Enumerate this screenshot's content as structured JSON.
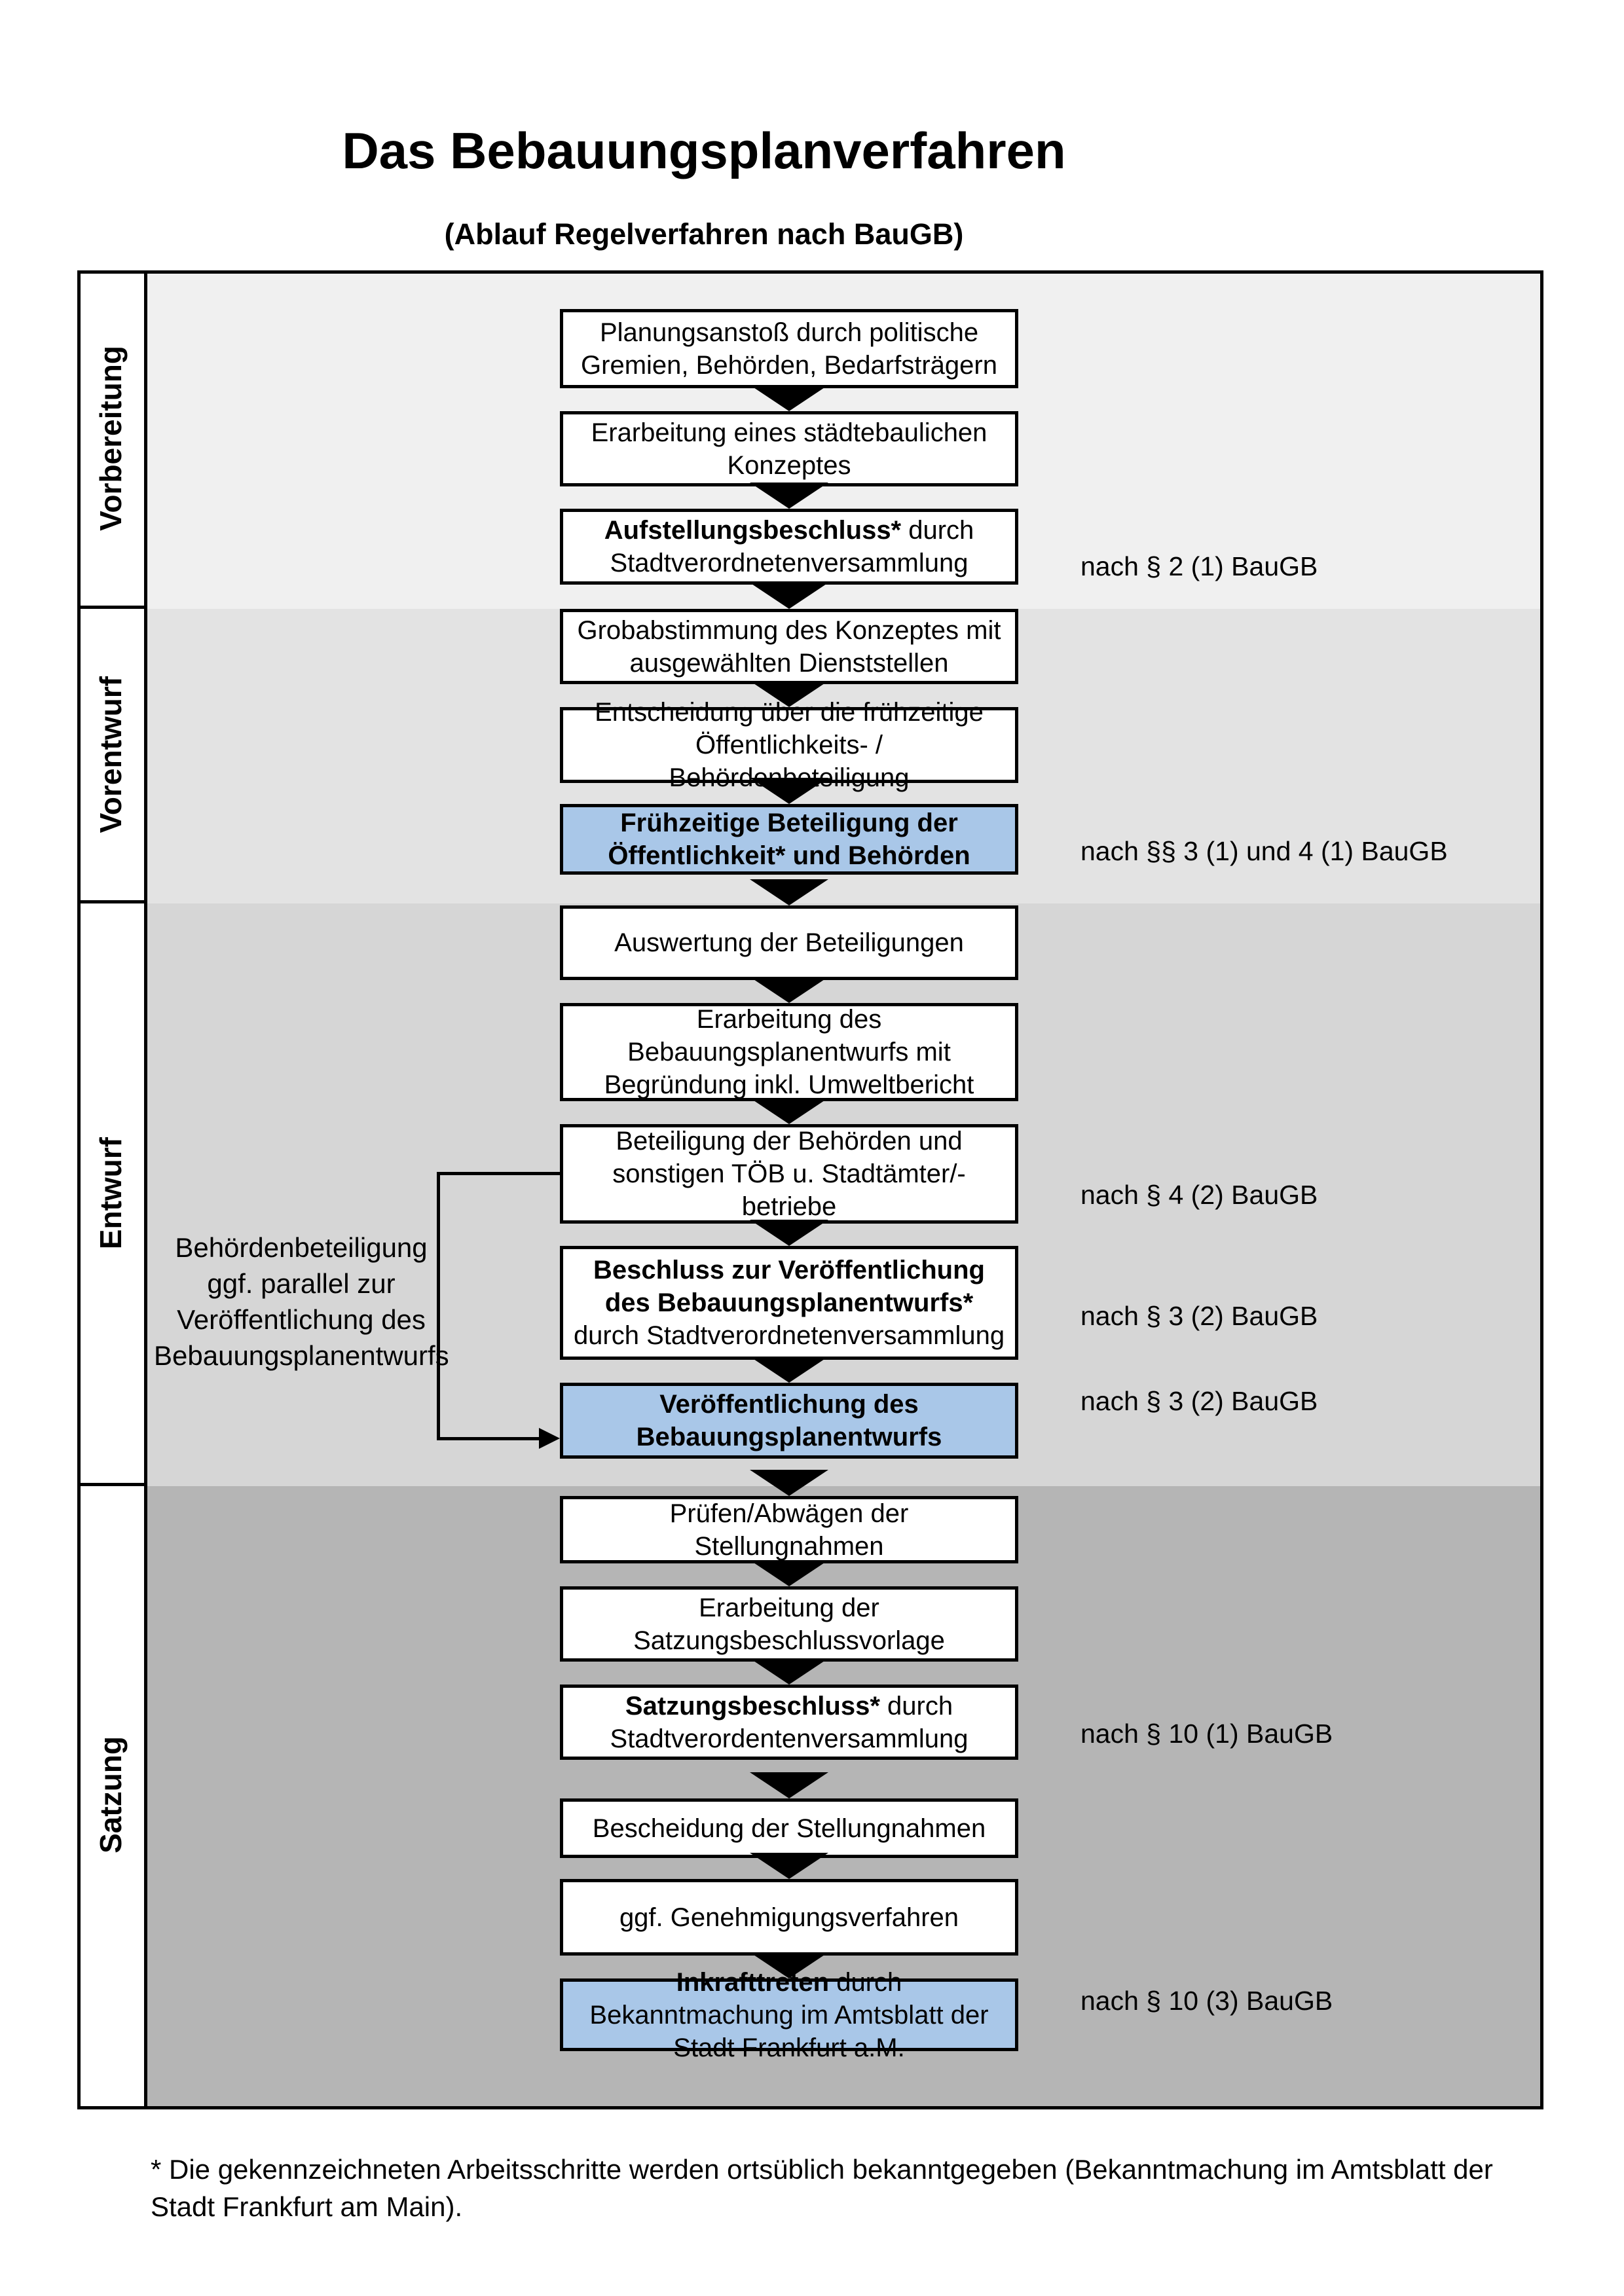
{
  "title": {
    "main": "Das Bebauungsplanverfahren",
    "subtitle": "(Ablauf Regelverfahren nach BauGB)"
  },
  "phases": [
    {
      "label": "Vorbereitung"
    },
    {
      "label": "Vorentwurf"
    },
    {
      "label": "Entwurf"
    },
    {
      "label": "Satzung"
    }
  ],
  "steps": [
    {
      "text": "Planungsanstoß durch politische Gremien, Behörden, Bedarfsträgern"
    },
    {
      "text": "Erarbeitung eines städtebaulichen Konzeptes"
    },
    {
      "bold": "Aufstellungsbeschluss*",
      "text": " durch Stadtverordnetenversammlung"
    },
    {
      "text": "Grobabstimmung des Konzeptes mit ausgewählten Dienststellen"
    },
    {
      "text": "Entscheidung über die frühzeitige Öffentlichkeits- / Behördenbeteiligung"
    },
    {
      "bold": "Frühzeitige Beteiligung der Öffentlichkeit* und Behörden",
      "highlighted": true
    },
    {
      "text": "Auswertung der Beteiligungen"
    },
    {
      "text": "Erarbeitung des Bebauungsplanentwurfs mit Begründung inkl. Umweltbericht"
    },
    {
      "text": "Beteiligung der Behörden und sonstigen TÖB u. Stadtämter/-betriebe"
    },
    {
      "bold": "Beschluss zur Veröffentlichung des Bebauungsplanentwurfs*",
      "text": " durch Stadtverordnetenversammlung"
    },
    {
      "bold": "Veröffentlichung des Bebauungsplanentwurfs",
      "highlighted": true
    },
    {
      "text": "Prüfen/Abwägen der Stellungnahmen"
    },
    {
      "text": "Erarbeitung der Satzungsbeschlussvorlage"
    },
    {
      "bold": "Satzungsbeschluss*",
      "text": " durch Stadtverordentenversammlung"
    },
    {
      "text": "Bescheidung der Stellungnahmen"
    },
    {
      "text": "ggf. Genehmigungsverfahren"
    },
    {
      "bold": "Inkrafttreten",
      "text": " durch Bekanntmachung im Amtsblatt der Stadt Frankfurt a.M.",
      "highlighted": true
    }
  ],
  "references": [
    "nach § 2 (1) BauGB",
    "nach §§ 3 (1) und 4 (1) BauGB",
    "nach § 4 (2) BauGB",
    "nach § 3 (2) BauGB",
    "nach § 3 (2) BauGB",
    "nach § 10 (1) BauGB",
    "nach § 10 (3) BauGB"
  ],
  "side_note": "Behördenbeteiligung ggf. parallel zur Veröffentlichung des Bebauungsplanentwurfs",
  "footnote": "* Die gekennzeichneten Arbeitsschritte werden ortsüblich bekanntgegeben (Bekanntmachung im Amtsblatt  der Stadt Frankfurt am Main).",
  "colors": {
    "highlight_blue": "#a9c7e8",
    "section_backgrounds": [
      "#f0f0f0",
      "#e3e3e3",
      "#d6d6d6",
      "#b5b5b5"
    ],
    "border": "#000000"
  }
}
